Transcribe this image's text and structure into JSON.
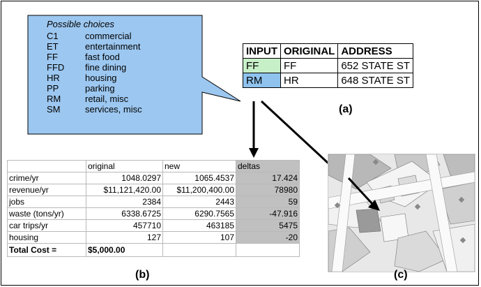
{
  "callout": {
    "title": "Possible choices",
    "choices": [
      {
        "code": "C1",
        "label": "commercial"
      },
      {
        "code": "ET",
        "label": "entertainment"
      },
      {
        "code": "FF",
        "label": "fast food"
      },
      {
        "code": "FFD",
        "label": "fine dining"
      },
      {
        "code": "HR",
        "label": "housing"
      },
      {
        "code": "PP",
        "label": "parking"
      },
      {
        "code": "RM",
        "label": "retail, misc"
      },
      {
        "code": "SM",
        "label": "services, misc"
      }
    ],
    "fill_color": "#9cc7f0"
  },
  "input_table": {
    "headers": [
      "INPUT",
      "ORIGINAL",
      "ADDRESS"
    ],
    "rows": [
      {
        "input": "FF",
        "original": "FF",
        "address": "652 STATE ST",
        "highlight": "#c8f0c8"
      },
      {
        "input": "RM",
        "original": "HR",
        "address": "648 STATE ST",
        "highlight": "#8fc3ee"
      }
    ],
    "caption": "(a)"
  },
  "sheet": {
    "headers": [
      "",
      "original",
      "new",
      "deltas"
    ],
    "rows": [
      {
        "label": "crime/yr",
        "original": "1048.0297",
        "new": "1065.4537",
        "delta": "17.424"
      },
      {
        "label": "revenue/yr",
        "original": "$11,121,420.00",
        "new": "$11,200,400.00",
        "delta": "78980"
      },
      {
        "label": "jobs",
        "original": "2384",
        "new": "2443",
        "delta": "59"
      },
      {
        "label": "waste (tons/yr)",
        "original": "6338.6725",
        "new": "6290.7565",
        "delta": "-47.916"
      },
      {
        "label": "car trips/yr",
        "original": "457710",
        "new": "463185",
        "delta": "5475"
      },
      {
        "label": "housing",
        "original": "127",
        "new": "107",
        "delta": "-20"
      }
    ],
    "total_label": "Total Cost =",
    "total_value": "$5,000.00",
    "caption": "(b)"
  },
  "map": {
    "caption": "(c)"
  }
}
